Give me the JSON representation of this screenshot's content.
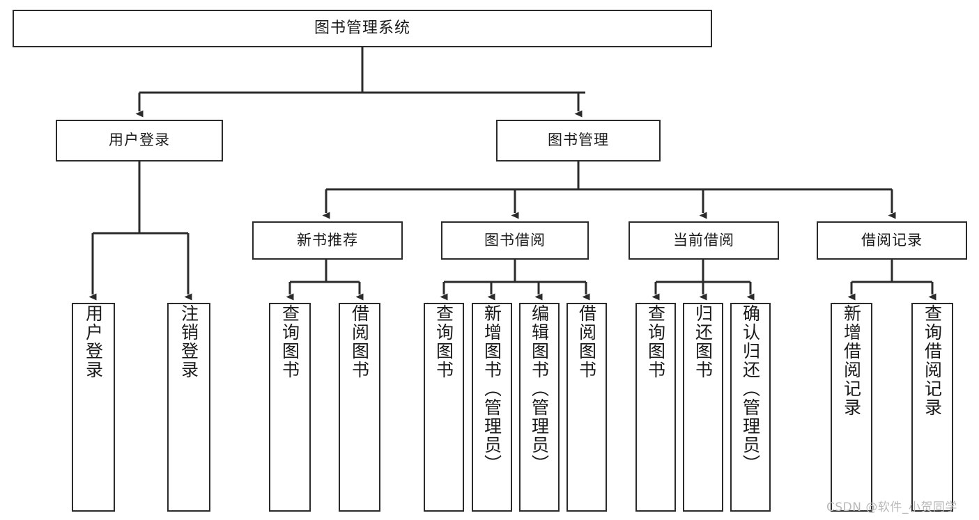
{
  "diagram": {
    "title": "图书管理系统",
    "type": "functional-decomposition-tree",
    "root": {
      "label": "图书管理系统"
    },
    "level2": [
      {
        "id": "user-login",
        "label": "用户登录"
      },
      {
        "id": "book-manage",
        "label": "图书管理"
      }
    ],
    "level3": [
      {
        "id": "new-book-recommend",
        "label": "新书推荐",
        "parent": "book-manage"
      },
      {
        "id": "book-borrow",
        "label": "图书借阅",
        "parent": "book-manage"
      },
      {
        "id": "current-borrow",
        "label": "当前借阅",
        "parent": "book-manage"
      },
      {
        "id": "borrow-record",
        "label": "借阅记录",
        "parent": "book-manage"
      }
    ],
    "leaves": [
      {
        "id": "leaf-user-login",
        "label": "用户登录",
        "parent": "user-login"
      },
      {
        "id": "leaf-logout-login",
        "label": "注销登录",
        "parent": "user-login"
      },
      {
        "id": "leaf-query-book-1",
        "label": "查询图书",
        "parent": "new-book-recommend"
      },
      {
        "id": "leaf-borrow-book-1",
        "label": "借阅图书",
        "parent": "new-book-recommend"
      },
      {
        "id": "leaf-query-book-2",
        "label": "查询图书",
        "parent": "book-borrow"
      },
      {
        "id": "leaf-add-book",
        "label": "新增图书（管理员）",
        "parent": "book-borrow"
      },
      {
        "id": "leaf-edit-book",
        "label": "编辑图书（管理员）",
        "parent": "book-borrow"
      },
      {
        "id": "leaf-borrow-book-2",
        "label": "借阅图书",
        "parent": "book-borrow"
      },
      {
        "id": "leaf-query-book-3",
        "label": "查询图书",
        "parent": "current-borrow"
      },
      {
        "id": "leaf-return-book",
        "label": "归还图书",
        "parent": "current-borrow"
      },
      {
        "id": "leaf-confirm-return",
        "label": "确认归还（管理员）",
        "parent": "current-borrow"
      },
      {
        "id": "leaf-add-record",
        "label": "新增借阅记录",
        "parent": "borrow-record"
      },
      {
        "id": "leaf-query-record",
        "label": "查询借阅记录",
        "parent": "borrow-record"
      }
    ],
    "colors": {
      "stroke": "#2b2b2b",
      "fill": "#ffffff",
      "text": "#1a1a1a",
      "watermark": "#b9b9b9"
    }
  },
  "watermark": {
    "text": "CSDN @软件_小贺同学"
  }
}
